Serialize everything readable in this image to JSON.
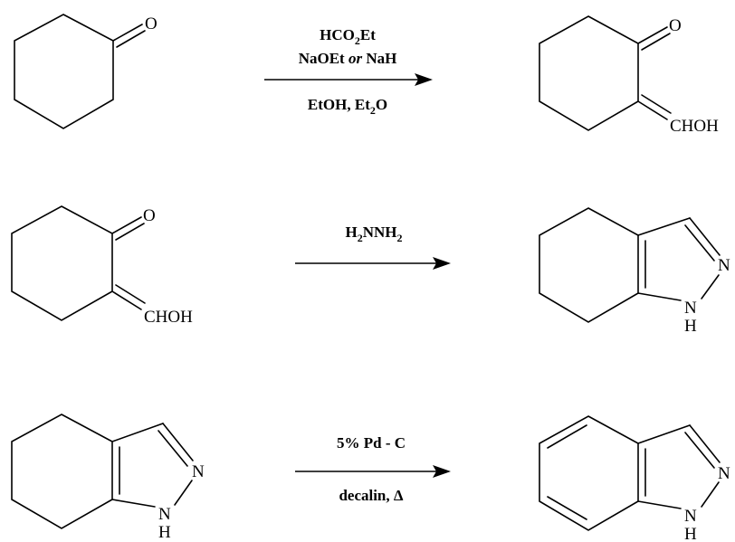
{
  "reactions": [
    {
      "reactant": {
        "label": "cyclohexanone",
        "atoms": {
          "o": "O"
        }
      },
      "conditions": {
        "line1": {
          "pre": "HCO",
          "sub": "2",
          "post": "Et"
        },
        "line2": {
          "a": "NaOEt ",
          "or": "or",
          "b": " NaH"
        },
        "line3": {
          "pre": "EtOH, Et",
          "sub": "2",
          "post": "O"
        }
      },
      "product": {
        "label": "2-hydroxymethylene-cyclohexanone",
        "atoms": {
          "o": "O",
          "choh": "CHOH"
        }
      }
    },
    {
      "reactant": {
        "label": "2-hydroxymethylene-cyclohexanone",
        "atoms": {
          "o": "O",
          "choh": "CHOH"
        }
      },
      "conditions": {
        "line1": {
          "a": "H",
          "s1": "2",
          "b": "NNH",
          "s2": "2"
        }
      },
      "product": {
        "label": "tetrahydroindazole",
        "atoms": {
          "n": "N",
          "nh_n": "N",
          "nh_h": "H"
        }
      }
    },
    {
      "reactant": {
        "label": "tetrahydroindazole",
        "atoms": {
          "n": "N",
          "nh_n": "N",
          "nh_h": "H"
        }
      },
      "conditions": {
        "line1": "5% Pd - C",
        "line2": "decalin, Δ"
      },
      "product": {
        "label": "indazole",
        "atoms": {
          "n": "N",
          "nh_n": "N",
          "nh_h": "H"
        }
      }
    }
  ]
}
